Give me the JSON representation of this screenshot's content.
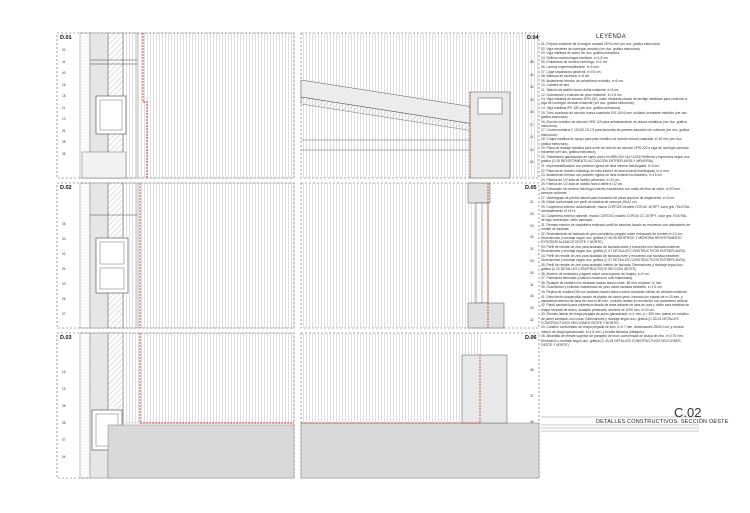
{
  "legend": {
    "title": "LEYENDA",
    "items": [
      "01. Forjado existente de hormigón armado 25+5 cms (ver doc. gráfica estructura).",
      "02. Viga existente de hormigón armado (ver doc. gráfica estructura).",
      "03. Viga metálica de acero ver doc. gráfica estructura.",
      "04. Relleno mortero/capa existente, e=1.5 cm.",
      "05. Embarrado de mortero hidrófugo, e=1 cm.",
      "06. Lámina impermeabilizante, e=3 mm.",
      "07. Capa separadora geotextil, e=0.5 cm.",
      "08. Baldosa de escritura, e=5 cm.",
      "09. Aislamiento térmico de poliestireno extruido, e=6 cm.",
      "10. Cámara de aire.",
      "11. Tabicón de ladrillo hueco doble existente, e=9 cm.",
      "12. Guarnecido y enlucido de yeso existente, e=1.5 cm.",
      "13. Viga metálica de sección UPN 220, unión mediante placas de anclaje metálicas para conexión a viga de hormigón armado existente (ver doc. gráfica estructura).",
      "14. Viga metálica IPE 180 (ver doc. gráfica estructura).",
      "15. Tubo cuadrado de sección hueca cuadrada 100.100.6 mm, soldado (montante metálico (ver doc. gráfica estructura).",
      "16. Zuncho metálico de sección UPN 120 para arriostramiento de planos metálicos (ver doc. gráfica estructura).",
      "17. Correa metálica C 120.50.20.2.5 para arriostrar de paneles sandwich de cubierta (ver doc. gráfica estructura).",
      "18. Chapa metálica de apoyo para pilar metálico de sección hueca cuadrada, e=20 mm (ver doc. gráfica estructura).",
      "19. Placa de anclaje metálica para unión de zuncho de sección UPN 220 a viga de hormigón armado existente (ver doc. gráfica estructura).",
      "20. Tratamiento galvanizado de canto como en BRN 000 014+13/15 Perfilería y espesores según doc. gráfica (C.05 REVESTIMIENTO ACTUACIÓN ENTREPLANTA Y MEMORIA).",
      "21. Impermeabilización con paneles rígidos de lana mineral hidrófugada, e=3 cm.",
      "22. Plancha de mortero hidrófugo en cara interior de lana mineral hidrófugada, e=4 mm.",
      "23. Aislamiento térmico con paneles rígidos de lana mineral en masetero, e=15 cm.",
      "24. Fábrica de 1/2 asta de ladrillo perforado, e=12 cm.",
      "25. Fábrica de 1/2 asta de ladrillo hueco doble e=12 cm.",
      "26. Enfoscado de mortero hidrófugo exterior maestreado con malla de fibra de vidrio, e=20 mm, siempre uniforme.",
      "27. Vierteaguas de piedra natural para formación de pieza superior de alojamiento, e=3 cm.",
      "28. Dintel conformado por perfil de madera de secuoya 15x12 cm.",
      "29. Carpintería exterior oscilobatiente, marca CORTIZO modelo COR-60 18 RPT, color gris 7016 RAL, acristalamiento 4+16+4.",
      "30. Carpintería exterior batiente, marca CORTIZO modelo COR-60 CC 16 RPT, color gris 7016 RAL de bajo emisividad, vidrio laminado.",
      "31. Remate exterior de carpintería realizado perfil de aluminio lacado en encuentro con aislamiento en remate de fachada.",
      "32. Revestimiento de fachada de gres porcelánico pegado sobre enfoscado de mortero e=12 cm. Dimensiones y montaje según doc. gráfica (C.06-08 DESPIECE Y MEMORIA REVESTIMIENTO EXTERIOR ALZADOS OESTE Y NORTE).",
      "33. Perfil de remate de zinc para acabado de fachada oeste y encuentro con fachada existente. Dimensiones y montaje según doc. gráfica (C.07 DETALLES CONSTRUCTIVOS ENTREPLANTA).",
      "34. Perfil de remate de zinc para acabado de fachada norte y encuentro con fachada existente. Dimensiones y montaje según doc. gráfica (C.07 DETALLES CONSTRUCTIVOS ENTREPLANTA).",
      "35. Perfil de remate de zinc para acabado inferior de fachada. Dimensiones y montaje según doc. gráfica (C.02 DETALLES CONSTRUCTIVOS SECCIÓN OESTE).",
      "36. Mortero de nivelación y agarre sobre cara superior de forjado, e=3 cm.",
      "37. Pavimento laminado (colación madera en rollo bilaminado).",
      "38. Rodapié de madera con acabado lacado blanco mate, 80 mm, espesor 12 mm.",
      "39. Guarnecido y enlucido maestreado de yeso sobre fachada existente, e=1.5 cm.",
      "40. Repisa de madera DM con acabado lacado blanco sobre montante interior de ventana existente.",
      "41. Falso techo suspendido lacado de placas de cartón-yeso, formado por placas de e=15 mm, y aislamiento térmico de lana de roca e=60 mm., incluido remate en encuentro con paramento vertical.",
      "42. Panel sandwich para cubierta inclinada de alma aislante de lana de roca y doble cara metálica de chapa nervada de acero, acabado prelacado, anchura de 1000 mm, e=10 cm.",
      "43. Remate lateral de chapa plegada de acero galvanizado, e=1 mm, y = 290 mm, lateral en voladizo de panel sandwich con rocas. Dimensiones y montaje según doc. gráfica (C.03-04 DETALLES CONSTRUCTIVOS SECCIONES OESTE Y NORTE).",
      "44. Canalón conformado de chapa plegada de zinc, e=0.7 mm, dimensiones 250/10 cm, y forrado interior de chapa galvanizado, e=1.5 mm, y bordes llenados (tabiques).",
      "45. Albardilla de remate superior de parapeto de muro conformada de chapa de zinc, e=0.75 mm. Dimensión y montaje según doc. gráfica (C.03-04 DETALLES CONSTRUCTIVOS SECCIONES OESTE Y NORTE)."
    ]
  },
  "details": {
    "d01": "D.01",
    "d02": "D.02",
    "d03": "D.03",
    "d04": "D.04",
    "d05": "D.05",
    "d06": "D.06"
  },
  "title_block": {
    "code": "C.02",
    "name": "DETALLES CONSTRUCTIVOS. SECCIÓN OESTE"
  },
  "callouts_left_d01": [
    "02",
    "41",
    "40",
    "16",
    "15",
    "11",
    "12",
    "04",
    "35",
    "36"
  ],
  "callouts_left_d02": [
    "36",
    "04",
    "02",
    "04",
    "03",
    "06",
    "07"
  ],
  "callouts_left_d03": [
    "16",
    "19",
    "36",
    "35",
    "07",
    "04"
  ],
  "callouts_right_d04": [
    "45",
    "44",
    "42",
    "43",
    "16",
    "17",
    "11",
    "14",
    "16"
  ],
  "callouts_right_d05": [
    "41",
    "26",
    "20",
    "25",
    "21",
    "24",
    "26",
    "31",
    "34",
    "33",
    "32"
  ],
  "callouts_right_d06": [
    "38",
    "37",
    "36"
  ]
}
